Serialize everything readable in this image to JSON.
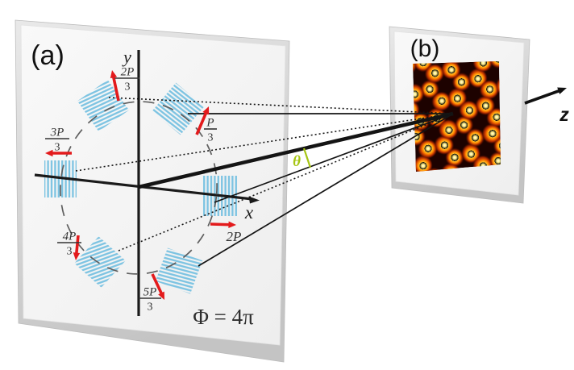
{
  "figure": {
    "panel_a_label": "(a)",
    "panel_b_label": "(b)",
    "x_axis_label": "x",
    "y_axis_label": "y",
    "z_axis_label": "z",
    "theta_label": "θ",
    "phase_label": "Φ = 4π"
  },
  "gratings": [
    {
      "position": "right",
      "num": "2P",
      "den": ""
    },
    {
      "position": "top-right",
      "num": "P",
      "den": "3"
    },
    {
      "position": "top-left",
      "num": "2P",
      "den": "3"
    },
    {
      "position": "left",
      "num": "3P",
      "den": "3"
    },
    {
      "position": "bottom-left",
      "num": "4P",
      "den": "3"
    },
    {
      "position": "bottom-right",
      "num": "5P",
      "den": "3"
    }
  ],
  "colors": {
    "grating_stripe": "#7cc3e2",
    "shift_arrow_red": "#e31a1c",
    "theta_green": "#a6c513",
    "beam_black": "#141414",
    "label_gray": "#333333",
    "phase_text": "#2e2e2e",
    "circle_gray": "#5f5f5f",
    "panel_face": "#f6f6f6",
    "pattern_background": "#1d0200",
    "spot_bright": "#fff9d8",
    "spot_orange": "#ff8400"
  }
}
